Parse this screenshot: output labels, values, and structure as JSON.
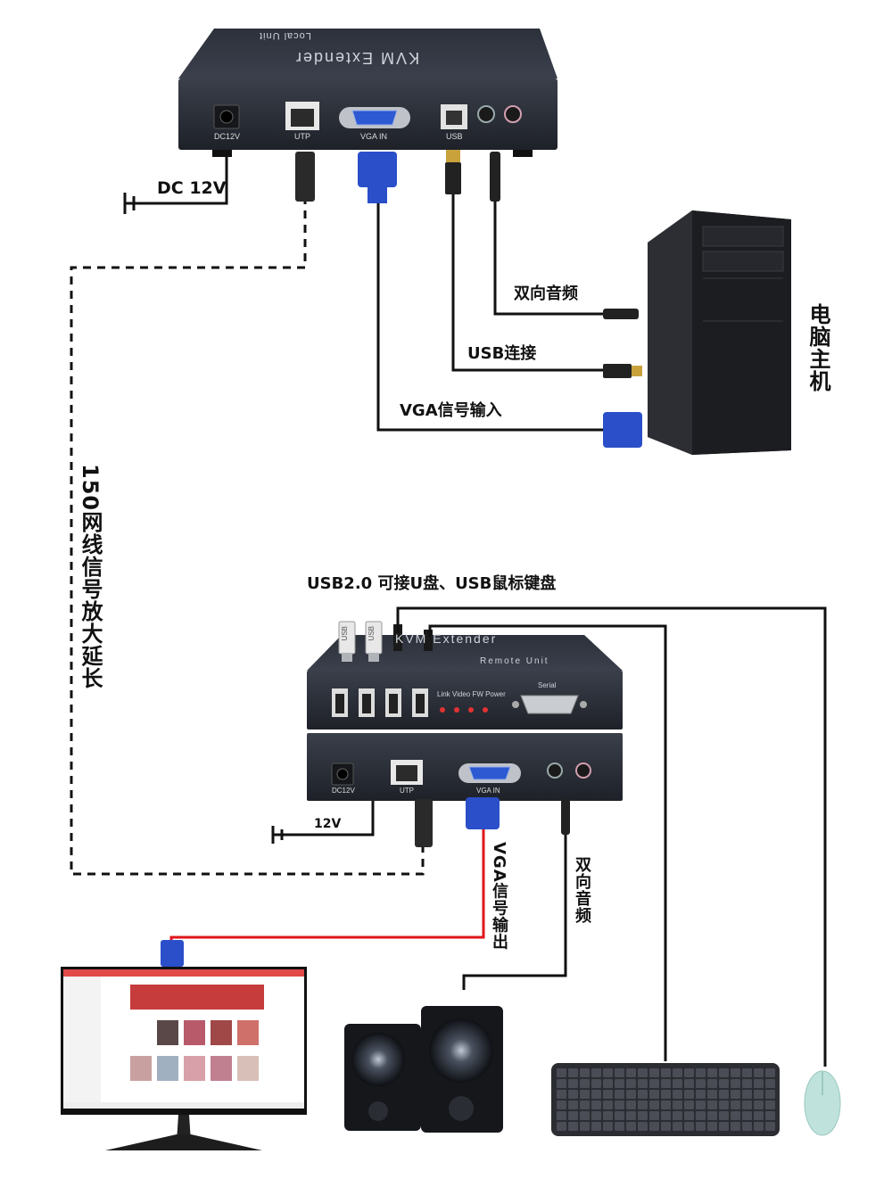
{
  "local_unit": {
    "title": "KVM Extender",
    "subtitle": "Local Unit",
    "ports": [
      "DC12V",
      "UTP",
      "VGA IN",
      "USB"
    ]
  },
  "remote_unit": {
    "title": "KVM Extender",
    "subtitle": "Remote Unit",
    "front_labels": "Link  Video  FW  Power",
    "serial_label": "Serial",
    "back_ports": [
      "DC12V",
      "UTP",
      "VGA IN"
    ],
    "usb_stick_text": "USB"
  },
  "labels": {
    "dc_12v": "DC 12V",
    "audio_pc": "双向音频",
    "usb_connect": "USB连接",
    "vga_input": "VGA信号输入",
    "computer": "电脑主机",
    "cable_150": "150网线信号放大延长",
    "usb20": "USB2.0 可接U盘、USB鼠标键盘",
    "remote_12v": "12V",
    "vga_output": "VGA信号输出",
    "audio_remote": "双向音频"
  },
  "colors": {
    "device_body": "#262a33",
    "vga_blue": "#2a4fc9",
    "vga_red_line": "#e0161b",
    "line": "#111111",
    "mouse": "#bfe3dc"
  }
}
